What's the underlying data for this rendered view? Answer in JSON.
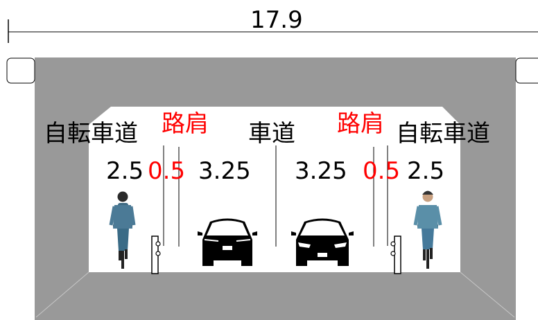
{
  "total_width": "17.9",
  "lanes": {
    "bike_left": "自転車道",
    "shoulder_left": "路肩",
    "roadway": "車道",
    "shoulder_right": "路肩",
    "bike_right": "自転車道"
  },
  "widths": {
    "bike_left": "2.5",
    "shoulder_left": "0.5",
    "road_left": "3.25",
    "road_right": "3.25",
    "shoulder_right": "0.5",
    "bike_right": "2.5"
  },
  "colors": {
    "shoulder_text": "#ff0000",
    "tunnel_wall": "#999999",
    "text": "#000000"
  }
}
